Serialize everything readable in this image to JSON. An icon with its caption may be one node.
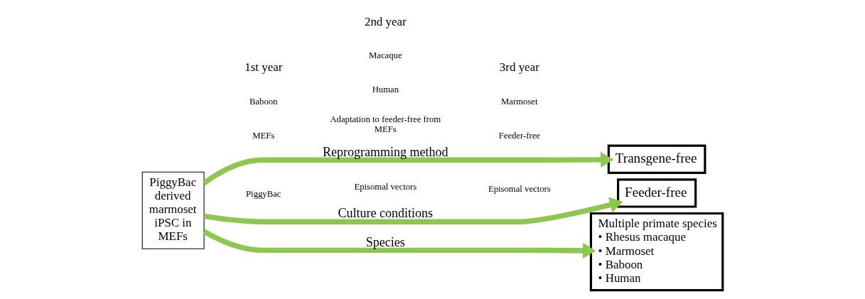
{
  "diagram": {
    "nodes": [
      {
        "text": [
          "PiggyBac derived marmoset iPSC in MEFs"
        ]
      },
      {
        "text": [
          "Transgene-free"
        ]
      },
      {
        "text": [
          "Feeder-free"
        ]
      },
      {
        "text": [
          "Multiple primate species",
          "• Rhesus macaque",
          "• Marmoset",
          "• Baboon",
          "• Human"
        ]
      }
    ],
    "edges": [
      {
        "from": 0,
        "to": 1,
        "arrow": "to",
        "label": "Reprogramming method"
      },
      {
        "from": 0,
        "to": 2,
        "arrow": "to",
        "label": "Culture conditions"
      },
      {
        "from": 0,
        "to": 3,
        "arrow": "to",
        "label": "Species"
      }
    ],
    "labels": [
      "Episomal vectors",
      "Episomal vectors",
      "PiggyBac",
      "Adaptation to feeder-free from MEFs",
      "Feeder-free",
      "MEFs",
      "Baboon",
      "Human",
      "Macaque",
      "Marmoset",
      "1st year",
      "2nd year",
      "3rd year"
    ]
  }
}
